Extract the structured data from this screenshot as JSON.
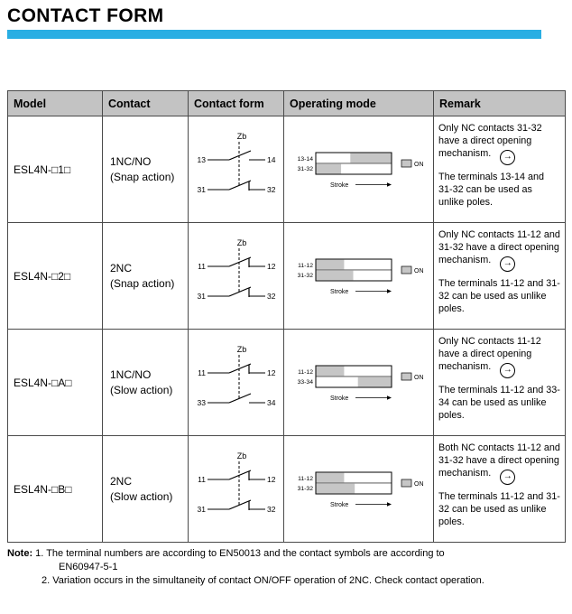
{
  "page": {
    "title": "CONTACT FORM",
    "accent_color": "#29aee3"
  },
  "icons": {
    "direct_opening_arrow": "→",
    "on_legend_color": "#c6c6c6"
  },
  "table": {
    "headers": [
      "Model",
      "Contact",
      "Contact form",
      "Operating mode",
      "Remark"
    ],
    "rows": [
      {
        "model": "ESL4N-□1□",
        "contact_line1": "1NC/NO",
        "contact_line2": "(Snap action)",
        "contact_form": {
          "zb": "Zb",
          "contacts": [
            {
              "left": "13",
              "right": "14",
              "type": "no"
            },
            {
              "left": "31",
              "right": "32",
              "type": "nc"
            }
          ]
        },
        "operating_mode": {
          "labels": [
            "13-14",
            "31-32"
          ],
          "bands": [
            [
              0.45,
              1
            ],
            [
              0,
              0.34
            ]
          ],
          "stroke_label": "Stroke",
          "on_label": "ON"
        },
        "remark": {
          "p1": "Only NC contacts 31-32 have a direct opening mechanism.",
          "p2": "The terminals 13-14 and 31-32 can be used as unlike poles."
        }
      },
      {
        "model": "ESL4N-□2□",
        "contact_line1": "2NC",
        "contact_line2": "(Snap action)",
        "contact_form": {
          "zb": "Zb",
          "contacts": [
            {
              "left": "11",
              "right": "12",
              "type": "nc"
            },
            {
              "left": "31",
              "right": "32",
              "type": "nc"
            }
          ]
        },
        "operating_mode": {
          "labels": [
            "11-12",
            "31-32"
          ],
          "bands": [
            [
              0,
              0.38
            ],
            [
              0,
              0.5
            ]
          ],
          "stroke_label": "Stroke",
          "on_label": "ON"
        },
        "remark": {
          "p1": "Only NC contacts 11-12 and 31-32 have a direct opening mechanism.",
          "p2": "The terminals 11-12 and 31-32 can be used as unlike poles."
        }
      },
      {
        "model": "ESL4N-□A□",
        "contact_line1": "1NC/NO",
        "contact_line2": "(Slow action)",
        "contact_form": {
          "zb": "Zb",
          "contacts": [
            {
              "left": "11",
              "right": "12",
              "type": "nc"
            },
            {
              "left": "33",
              "right": "34",
              "type": "no"
            }
          ]
        },
        "operating_mode": {
          "labels": [
            "11-12",
            "33-34"
          ],
          "bands": [
            [
              0,
              0.38
            ],
            [
              0.55,
              1
            ]
          ],
          "stroke_label": "Stroke",
          "on_label": "ON"
        },
        "remark": {
          "p1": "Only NC contacts 11-12 have a direct opening mechanism.",
          "p2": "The terminals 11-12 and 33-34 can be used as unlike poles."
        }
      },
      {
        "model": "ESL4N-□B□",
        "contact_line1": "2NC",
        "contact_line2": "(Slow action)",
        "contact_form": {
          "zb": "Zb",
          "contacts": [
            {
              "left": "11",
              "right": "12",
              "type": "nc"
            },
            {
              "left": "31",
              "right": "32",
              "type": "nc"
            }
          ]
        },
        "operating_mode": {
          "labels": [
            "11-12",
            "31-32"
          ],
          "bands": [
            [
              0,
              0.38
            ],
            [
              0,
              0.52
            ]
          ],
          "stroke_label": "Stroke",
          "on_label": "ON"
        },
        "remark": {
          "p1": "Both NC contacts 11-12 and 31-32 have a direct opening mechanism.",
          "p2": "The terminals 11-12 and 31-32 can be used as unlike poles."
        }
      }
    ]
  },
  "note": {
    "label": "Note:",
    "line1": "1. The terminal numbers are according to EN50013 and the contact symbols are according to",
    "line2": "EN60947-5-1",
    "line3": "2. Variation occurs in the simultaneity of contact ON/OFF operation of 2NC. Check contact operation."
  }
}
